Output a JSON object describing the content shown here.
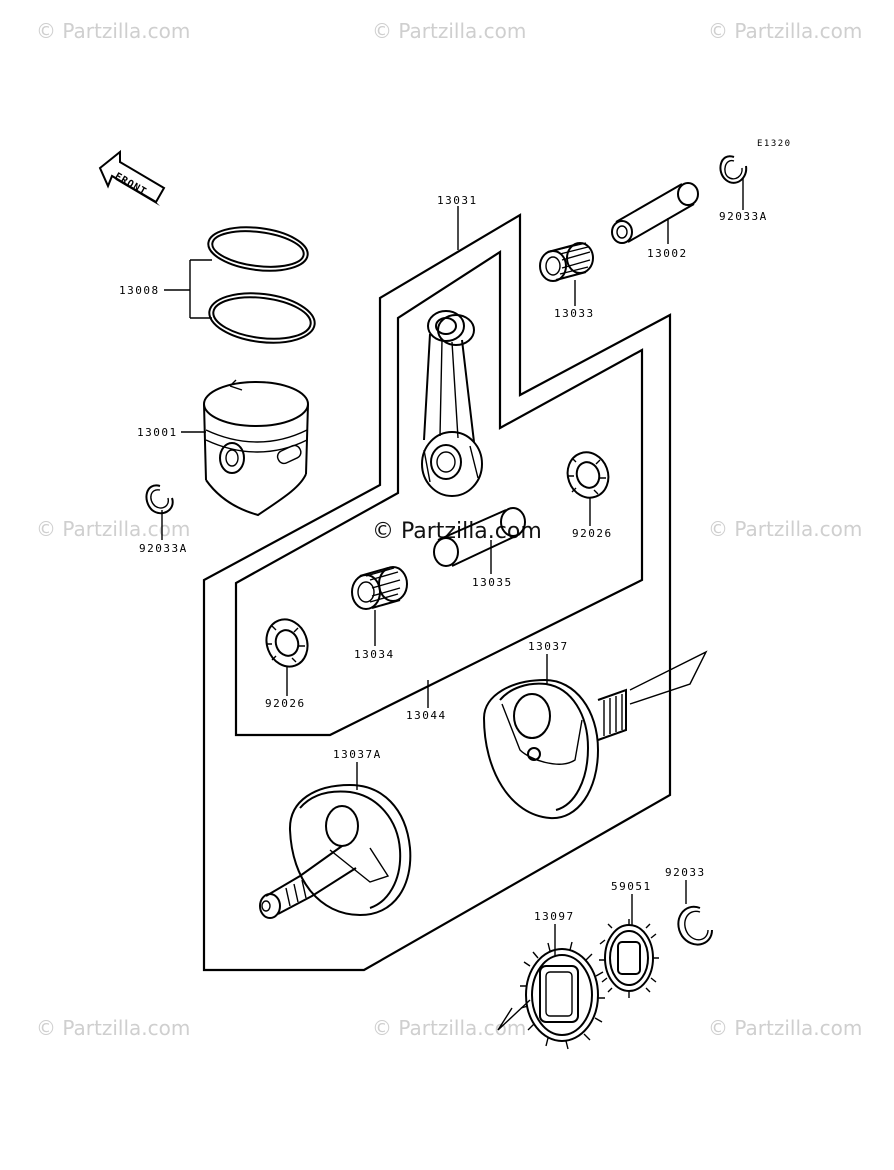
{
  "diagram_code": "E1320",
  "front_arrow_label": "FRONT",
  "center_watermark": "© Partzilla.com",
  "watermarks": [
    "© Partzilla.com",
    "© Partzilla.com",
    "© Partzilla.com",
    "© Partzilla.com",
    "© Partzilla.com",
    "© Partzilla.com",
    "© Partzilla.com",
    "© Partzilla.com"
  ],
  "parts": [
    {
      "number": "13031",
      "item": "connecting-rod-assy"
    },
    {
      "number": "92033A",
      "item": "circlip-top"
    },
    {
      "number": "13002",
      "item": "piston-pin"
    },
    {
      "number": "13033",
      "item": "small-end-needle-bearing"
    },
    {
      "number": "13008",
      "item": "piston-ring-set"
    },
    {
      "number": "13001",
      "item": "piston"
    },
    {
      "number": "92033A",
      "item": "circlip-left"
    },
    {
      "number": "92026",
      "item": "thrust-washer-right"
    },
    {
      "number": "13035",
      "item": "crank-pin"
    },
    {
      "number": "13034",
      "item": "big-end-needle-bearing"
    },
    {
      "number": "92026",
      "item": "thrust-washer-left"
    },
    {
      "number": "13044",
      "item": "crankshaft-assy"
    },
    {
      "number": "13037",
      "item": "crank-half-right"
    },
    {
      "number": "13037A",
      "item": "crank-half-left"
    },
    {
      "number": "92033",
      "item": "circlip-gear"
    },
    {
      "number": "59051",
      "item": "gear-small"
    },
    {
      "number": "13097",
      "item": "gear-large"
    }
  ]
}
